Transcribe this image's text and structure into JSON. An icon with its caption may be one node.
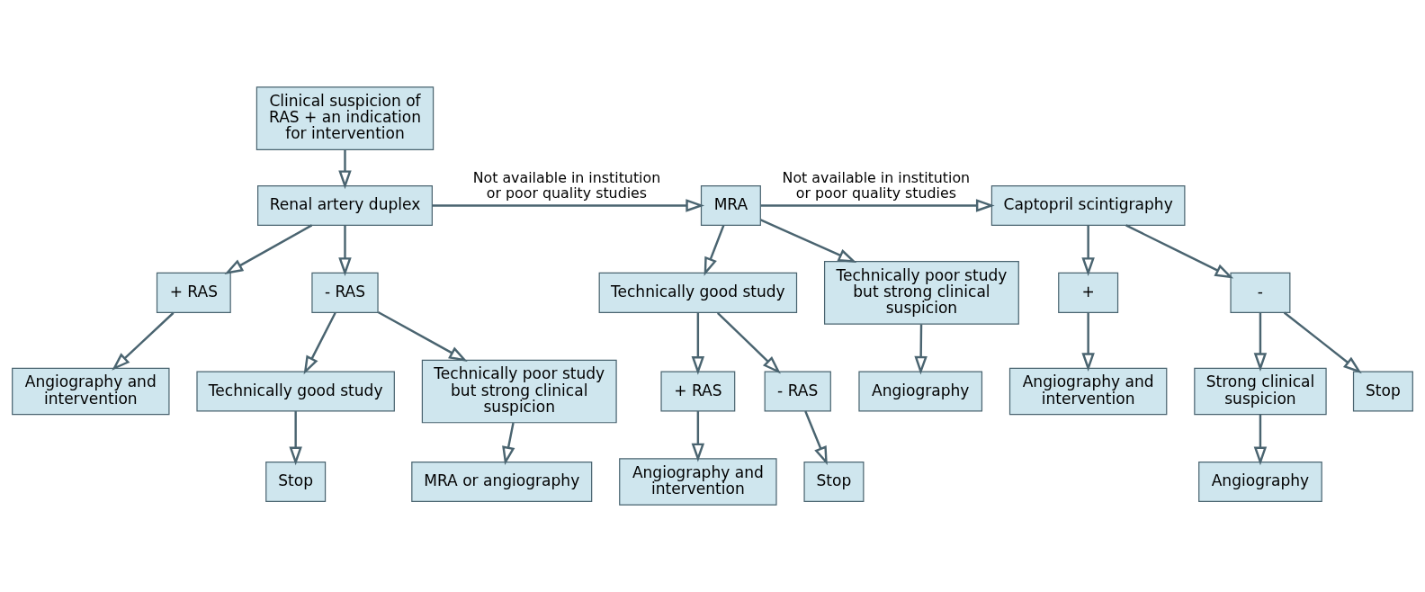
{
  "diagram": {
    "nodes": [
      {
        "text": [
          "Clinical suspicion of RAS + an indication for intervention"
        ]
      },
      {
        "text": [
          "Renal artery duplex"
        ]
      },
      {
        "text": [
          "MRA"
        ]
      },
      {
        "text": [
          "Captopril scintigraphy"
        ]
      },
      {
        "text": [
          "+ RAS"
        ]
      },
      {
        "text": [
          "- RAS"
        ]
      },
      {
        "text": [
          "Angiography and intervention"
        ]
      },
      {
        "text": [
          "Technically good study"
        ]
      },
      {
        "text": [
          "Technically poor study but strong clinical suspicion"
        ]
      },
      {
        "text": [
          "Stop"
        ]
      },
      {
        "text": [
          "MRA or angiography"
        ]
      },
      {
        "text": [
          "Technically good study"
        ]
      },
      {
        "text": [
          "Technically poor study but strong clinical suspicion"
        ]
      },
      {
        "text": [
          "+ RAS"
        ]
      },
      {
        "text": [
          "- RAS"
        ]
      },
      {
        "text": [
          "Angiography and intervention"
        ]
      },
      {
        "text": [
          "Stop"
        ]
      },
      {
        "text": [
          "Angiography"
        ]
      },
      {
        "text": [
          "+"
        ]
      },
      {
        "text": [
          "-"
        ]
      },
      {
        "text": [
          "Angiography and intervention"
        ]
      },
      {
        "text": [
          "Strong clinical suspicion"
        ]
      },
      {
        "text": [
          "Stop"
        ]
      },
      {
        "text": [
          "Angiography"
        ]
      }
    ],
    "edges": [
      {
        "from": 0,
        "to": 1,
        "arrow": "to"
      },
      {
        "from": 1,
        "to": 2,
        "arrow": "to",
        "label": "Not available in institution or poor quality studies"
      },
      {
        "from": 2,
        "to": 3,
        "arrow": "to",
        "label": "Not available in institution or poor quality studies"
      },
      {
        "from": 1,
        "to": 4,
        "arrow": "to"
      },
      {
        "from": 1,
        "to": 5,
        "arrow": "to"
      },
      {
        "from": 4,
        "to": 6,
        "arrow": "to"
      },
      {
        "from": 5,
        "to": 7,
        "arrow": "to"
      },
      {
        "from": 5,
        "to": 8,
        "arrow": "to"
      },
      {
        "from": 7,
        "to": 9,
        "arrow": "to"
      },
      {
        "from": 8,
        "to": 10,
        "arrow": "to"
      },
      {
        "from": 2,
        "to": 11,
        "arrow": "to"
      },
      {
        "from": 2,
        "to": 12,
        "arrow": "to"
      },
      {
        "from": 11,
        "to": 13,
        "arrow": "to"
      },
      {
        "from": 11,
        "to": 14,
        "arrow": "to"
      },
      {
        "from": 13,
        "to": 15,
        "arrow": "to"
      },
      {
        "from": 14,
        "to": 16,
        "arrow": "to"
      },
      {
        "from": 12,
        "to": 17,
        "arrow": "to"
      },
      {
        "from": 3,
        "to": 18,
        "arrow": "to"
      },
      {
        "from": 3,
        "to": 19,
        "arrow": "to"
      },
      {
        "from": 18,
        "to": 20,
        "arrow": "to"
      },
      {
        "from": 19,
        "to": 21,
        "arrow": "to"
      },
      {
        "from": 19,
        "to": 22,
        "arrow": "to"
      },
      {
        "from": 21,
        "to": 23,
        "arrow": "to"
      }
    ]
  }
}
